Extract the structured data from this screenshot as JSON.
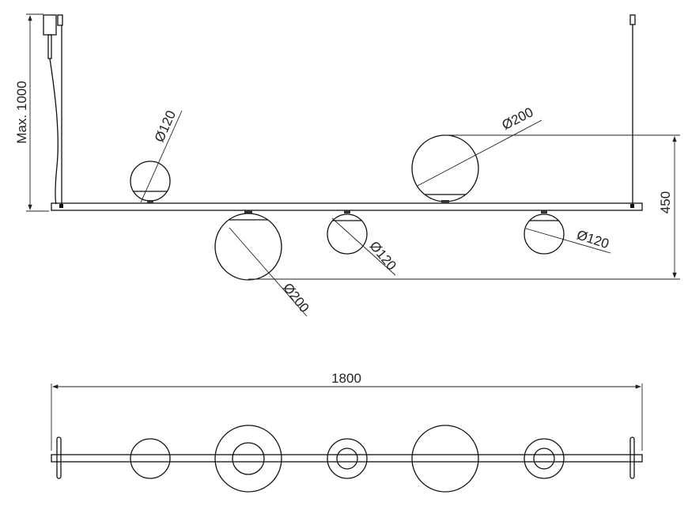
{
  "side_view": {
    "height_label": "Max. 1000",
    "drop_label": "450",
    "globes": [
      {
        "diameter_label": "Ø120"
      },
      {
        "diameter_label": "Ø200"
      },
      {
        "diameter_label": "Ø200"
      },
      {
        "diameter_label": "Ø120"
      },
      {
        "diameter_label": "Ø120"
      }
    ]
  },
  "top_view": {
    "length_label": "1800"
  }
}
